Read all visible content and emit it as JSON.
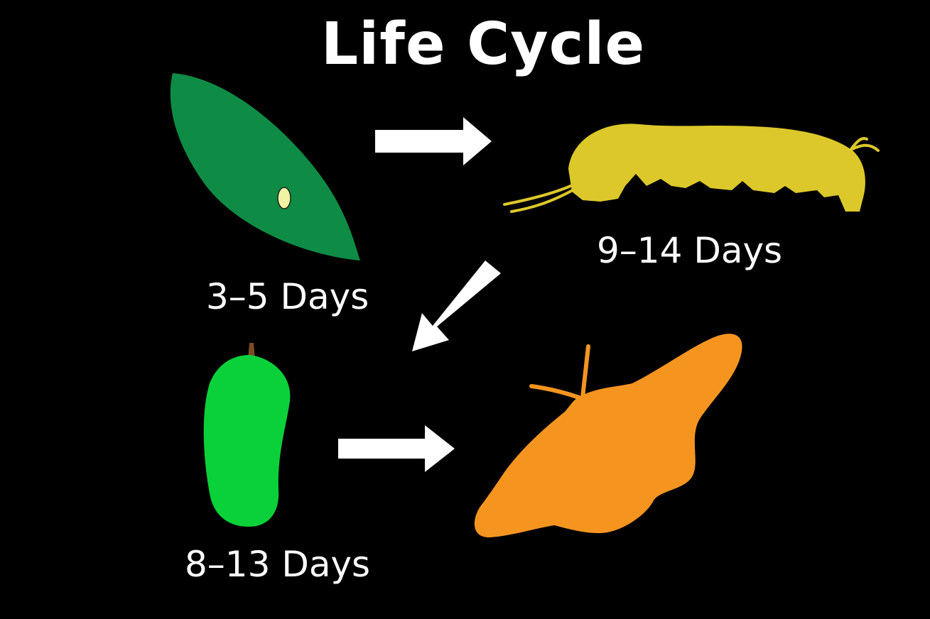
{
  "title": "Life Cycle",
  "stages": [
    {
      "name": "egg",
      "duration_label": "3–5 Days",
      "color": "#0e8c45"
    },
    {
      "name": "larva",
      "duration_label": "9–14 Days",
      "color": "#dcc82a"
    },
    {
      "name": "pupa",
      "duration_label": "8–13 Days",
      "color": "#0ad13a"
    },
    {
      "name": "adult",
      "color": "#f59520"
    }
  ],
  "colors": {
    "background": "#000000",
    "text": "#ffffff",
    "arrow": "#ffffff",
    "leaf": "#0e8c45",
    "egg": "#f0f3a2",
    "caterpillar": "#dcc82a",
    "chrysalis": "#0ad13a",
    "stem": "#7a4a22",
    "moth": "#f59520"
  }
}
